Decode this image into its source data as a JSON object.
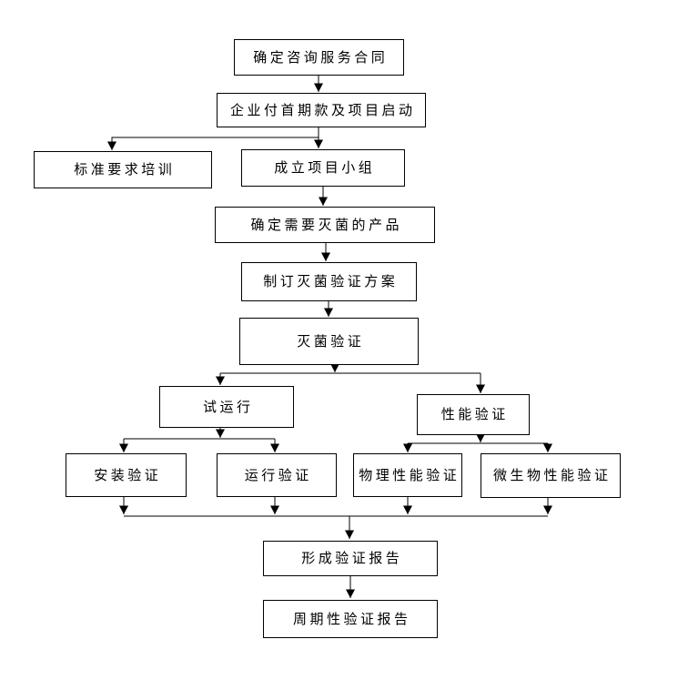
{
  "diagram": {
    "type": "flowchart",
    "language": "zh-CN",
    "colors": {
      "page_background": "#ffffff",
      "box_fill": "#ffffff",
      "box_border": "#000000",
      "line": "#000000",
      "text": "#000000"
    },
    "nodes": [
      {
        "id": "contract",
        "label": "确定咨询服务合同"
      },
      {
        "id": "kickoff",
        "label": "企业付首期款及项目启动"
      },
      {
        "id": "training",
        "label": "标准要求培训"
      },
      {
        "id": "team",
        "label": "成立项目小组"
      },
      {
        "id": "products",
        "label": "确定需要灭菌的产品"
      },
      {
        "id": "plan",
        "label": "制订灭菌验证方案"
      },
      {
        "id": "validation",
        "label": "灭菌验证"
      },
      {
        "id": "trial_run",
        "label": "试运行"
      },
      {
        "id": "performance",
        "label": "性能验证"
      },
      {
        "id": "installation_q",
        "label": "安装验证"
      },
      {
        "id": "operation_q",
        "label": "运行验证"
      },
      {
        "id": "physical_q",
        "label": "物理性能验证"
      },
      {
        "id": "microbial_q",
        "label": "微生物性能验证"
      },
      {
        "id": "report",
        "label": "形成验证报告"
      },
      {
        "id": "periodic_report",
        "label": "周期性验证报告"
      }
    ],
    "edges": [
      {
        "from": "contract",
        "to": "kickoff"
      },
      {
        "from": "kickoff",
        "to": "team"
      },
      {
        "from": "kickoff",
        "to": "training"
      },
      {
        "from": "team",
        "to": "products"
      },
      {
        "from": "products",
        "to": "plan"
      },
      {
        "from": "plan",
        "to": "validation"
      },
      {
        "from": "validation",
        "to": "trial_run"
      },
      {
        "from": "validation",
        "to": "performance"
      },
      {
        "from": "trial_run",
        "to": "installation_q"
      },
      {
        "from": "trial_run",
        "to": "operation_q"
      },
      {
        "from": "performance",
        "to": "physical_q"
      },
      {
        "from": "performance",
        "to": "microbial_q"
      },
      {
        "from": "installation_q",
        "to": "report"
      },
      {
        "from": "operation_q",
        "to": "report"
      },
      {
        "from": "physical_q",
        "to": "report"
      },
      {
        "from": "microbial_q",
        "to": "report"
      },
      {
        "from": "report",
        "to": "periodic_report"
      }
    ]
  }
}
